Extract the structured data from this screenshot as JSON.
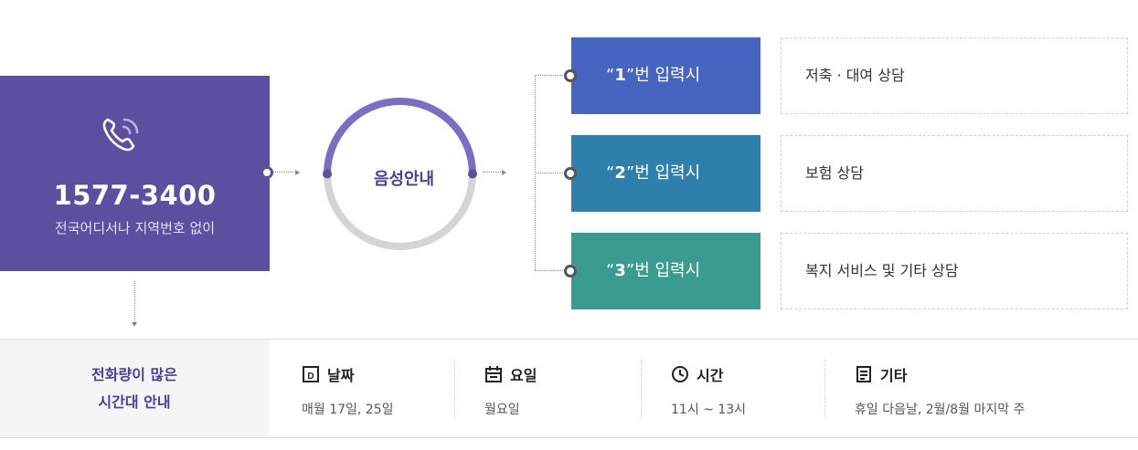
{
  "phone": {
    "icon": "phone-ringing-icon",
    "number": "1577-3400",
    "subtitle": "전국어디서나 지역번호 없이"
  },
  "voice_guide": {
    "label": "음성안내",
    "colors": {
      "arc_primary": "#7b6cc4",
      "arc_secondary": "#d4d4d4"
    }
  },
  "options": [
    {
      "quote_open": "“",
      "number": "1",
      "quote_close": "”",
      "suffix": "번 입력시",
      "description": "저축 · 대여 상담",
      "color": "#4765c0"
    },
    {
      "quote_open": "“",
      "number": "2",
      "quote_close": "”",
      "suffix": "번 입력시",
      "description": "보험 상담",
      "color": "#2f7fad"
    },
    {
      "quote_open": "“",
      "number": "3",
      "quote_close": "”",
      "suffix": "번 입력시",
      "description": "복지 서비스 및 기타 상담",
      "color": "#3a9b91"
    }
  ],
  "busy_hours": {
    "heading_line1": "전화량이 많은",
    "heading_line2": "시간대 안내",
    "columns": [
      {
        "icon": "date-icon",
        "title": "날짜",
        "value": "매월 17일, 25일"
      },
      {
        "icon": "calendar-icon",
        "title": "요일",
        "value": "월요일"
      },
      {
        "icon": "clock-icon",
        "title": "시간",
        "value": "11시 ~ 13시"
      },
      {
        "icon": "note-icon",
        "title": "기타",
        "value": "휴일 다음날, 2월/8월 마지막 주"
      }
    ]
  },
  "colors": {
    "phone_box": "#5c4fa0",
    "accent_text": "#4a3f96",
    "table_heading_bg": "#f5f5f8"
  }
}
